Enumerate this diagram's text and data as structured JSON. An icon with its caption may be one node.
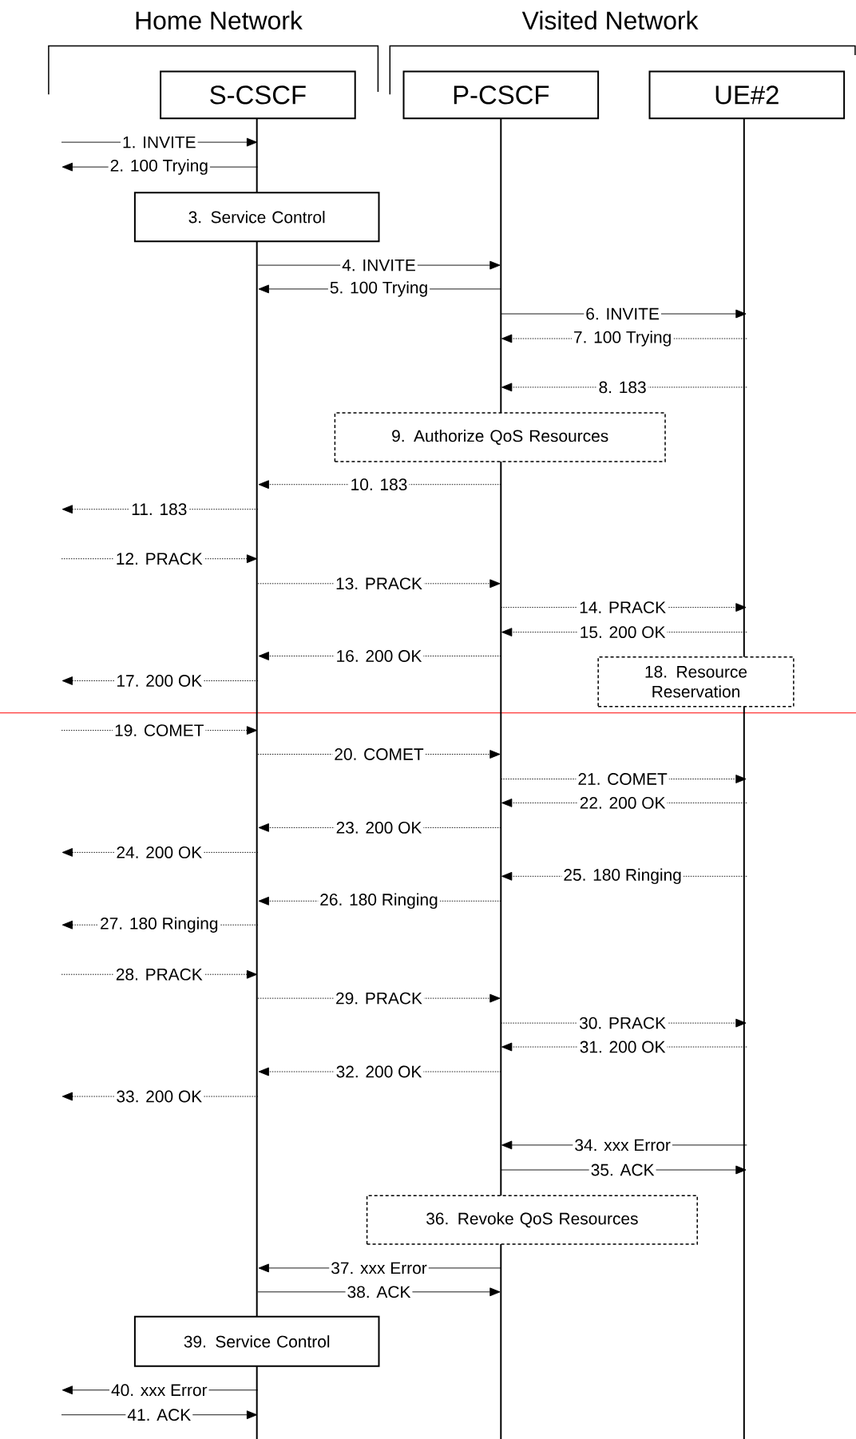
{
  "diagram": {
    "nodes": [
      {
        "text": [
          "S-CSCF"
        ]
      },
      {
        "text": [
          "P-CSCF"
        ]
      },
      {
        "text": [
          "UE#2"
        ]
      },
      {
        "text": [
          "3. Service Control"
        ]
      },
      {
        "text": [
          "9. Authorize QoS Resources"
        ]
      },
      {
        "text": [
          "18. Resource Reservation"
        ]
      },
      {
        "text": [
          "36. Revoke QoS Resources"
        ]
      },
      {
        "text": [
          "39. Service Control"
        ]
      }
    ],
    "edges": [
      {
        "from": null,
        "to": 0,
        "arrow": "to",
        "label": "1. INVITE"
      },
      {
        "from": 0,
        "to": null,
        "arrow": "to",
        "label": "2. 100 Trying"
      },
      {
        "from": 0,
        "to": 1,
        "arrow": "to",
        "label": "4. INVITE"
      },
      {
        "from": 1,
        "to": 0,
        "arrow": "to",
        "label": "5. 100 Trying"
      },
      {
        "from": 1,
        "to": 2,
        "arrow": "to",
        "label": "6. INVITE"
      },
      {
        "from": 2,
        "to": 1,
        "arrow": "to",
        "label": "7. 100 Trying",
        "style": "dashed"
      },
      {
        "from": 2,
        "to": 1,
        "arrow": "to",
        "label": "8. 183",
        "style": "dashed"
      },
      {
        "from": 1,
        "to": 0,
        "arrow": "to",
        "label": "10. 183",
        "style": "dashed"
      },
      {
        "from": 0,
        "to": null,
        "arrow": "to",
        "label": "11. 183",
        "style": "dashed"
      },
      {
        "from": null,
        "to": 0,
        "arrow": "to",
        "label": "12. PRACK",
        "style": "dashed"
      },
      {
        "from": 0,
        "to": 1,
        "arrow": "to",
        "label": "13. PRACK",
        "style": "dashed"
      },
      {
        "from": 1,
        "to": 2,
        "arrow": "to",
        "label": "14. PRACK",
        "style": "dashed"
      },
      {
        "from": 2,
        "to": 1,
        "arrow": "to",
        "label": "15. 200 OK",
        "style": "dashed"
      },
      {
        "from": 1,
        "to": 0,
        "arrow": "to",
        "label": "16. 200 OK",
        "style": "dashed"
      },
      {
        "from": 0,
        "to": null,
        "arrow": "to",
        "label": "17. 200 OK",
        "style": "dashed"
      },
      {
        "from": null,
        "to": 0,
        "arrow": "to",
        "label": "19. COMET",
        "style": "dashed"
      },
      {
        "from": 0,
        "to": 1,
        "arrow": "to",
        "label": "20. COMET",
        "style": "dashed"
      },
      {
        "from": 1,
        "to": 2,
        "arrow": "to",
        "label": "21. COMET",
        "style": "dashed"
      },
      {
        "from": 2,
        "to": 1,
        "arrow": "to",
        "label": "22. 200 OK",
        "style": "dashed"
      },
      {
        "from": 1,
        "to": 0,
        "arrow": "to",
        "label": "23. 200 OK",
        "style": "dashed"
      },
      {
        "from": 0,
        "to": null,
        "arrow": "to",
        "label": "24. 200 OK",
        "style": "dashed"
      },
      {
        "from": 2,
        "to": 1,
        "arrow": "to",
        "label": "25. 180 Ringing",
        "style": "dashed"
      },
      {
        "from": 1,
        "to": 0,
        "arrow": "to",
        "label": "26. 180 Ringing",
        "style": "dashed"
      },
      {
        "from": 0,
        "to": null,
        "arrow": "to",
        "label": "27. 180 Ringing",
        "style": "dashed"
      },
      {
        "from": null,
        "to": 0,
        "arrow": "to",
        "label": "28. PRACK",
        "style": "dashed"
      },
      {
        "from": 0,
        "to": 1,
        "arrow": "to",
        "label": "29. PRACK",
        "style": "dashed"
      },
      {
        "from": 1,
        "to": 2,
        "arrow": "to",
        "label": "30. PRACK",
        "style": "dashed"
      },
      {
        "from": 2,
        "to": 1,
        "arrow": "to",
        "label": "31. 200 OK",
        "style": "dashed"
      },
      {
        "from": 1,
        "to": 0,
        "arrow": "to",
        "label": "32. 200 OK",
        "style": "dashed"
      },
      {
        "from": 0,
        "to": null,
        "arrow": "to",
        "label": "33. 200 OK",
        "style": "dashed"
      },
      {
        "from": 2,
        "to": 1,
        "arrow": "to",
        "label": "34. xxx Error"
      },
      {
        "from": 1,
        "to": 2,
        "arrow": "to",
        "label": "35. ACK"
      },
      {
        "from": 1,
        "to": 0,
        "arrow": "to",
        "label": "37. xxx Error"
      },
      {
        "from": 0,
        "to": 1,
        "arrow": "to",
        "label": "38. ACK"
      },
      {
        "from": 0,
        "to": null,
        "arrow": "to",
        "label": "40. xxx Error"
      },
      {
        "from": null,
        "to": 0,
        "arrow": "to",
        "label": "41. ACK"
      }
    ],
    "labels": [
      "Home Network",
      "Visited Network"
    ]
  }
}
